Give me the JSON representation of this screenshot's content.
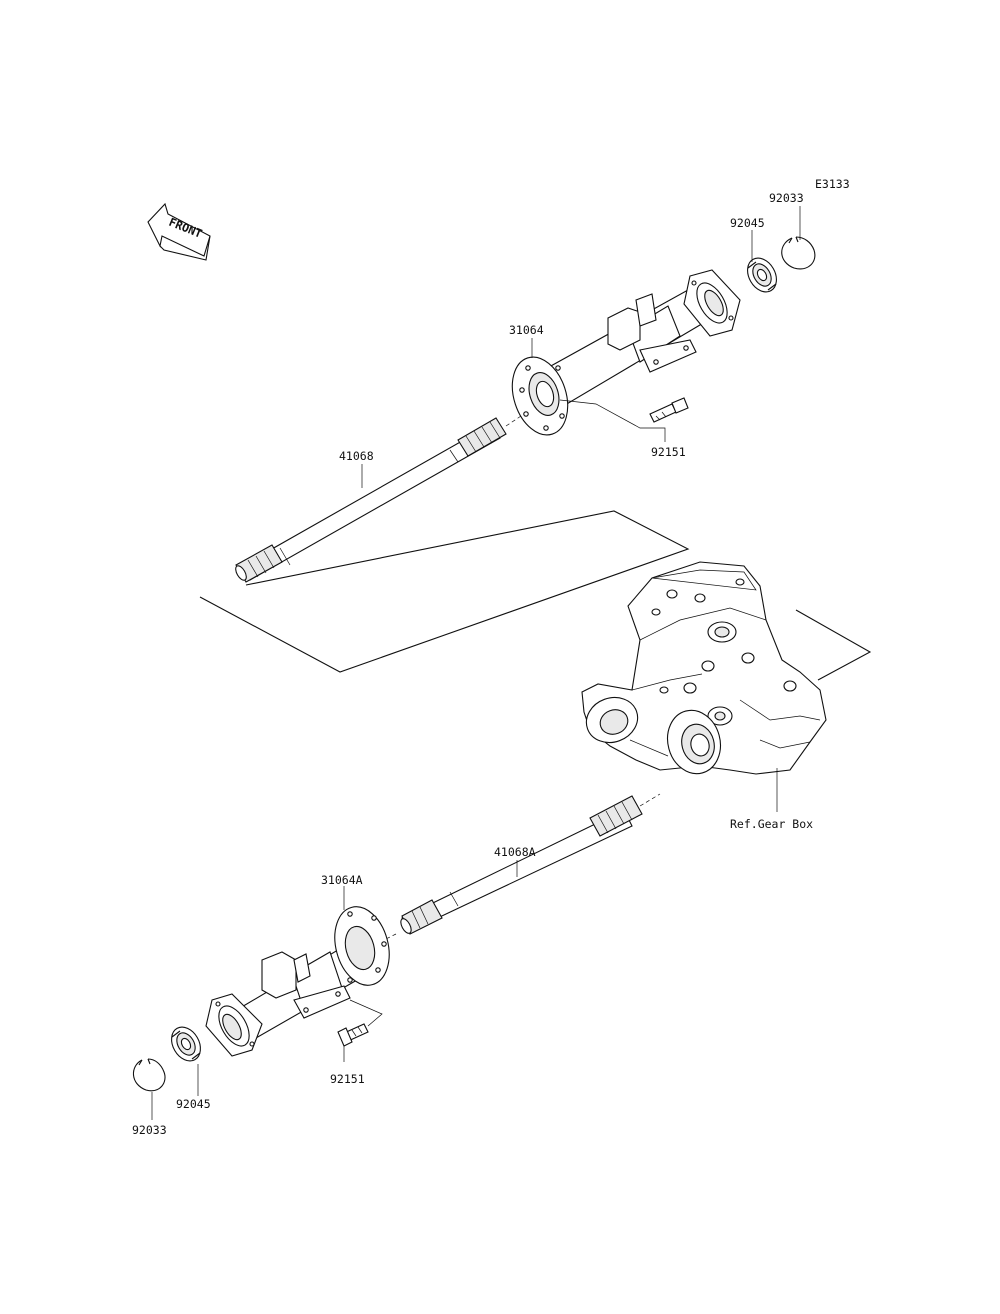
{
  "diagram": {
    "code": "E3133",
    "front_label": "FRONT",
    "parts": {
      "circlip_top": "92033",
      "bearing_top": "92045",
      "housing_top": "31064",
      "bolt_top": "92151",
      "shaft_top": "41068",
      "gearbox_ref": "Ref.Gear Box",
      "shaft_bottom": "41068A",
      "housing_bottom": "31064A",
      "bolt_bottom": "92151",
      "bearing_bottom": "92045",
      "circlip_bottom": "92033"
    }
  }
}
